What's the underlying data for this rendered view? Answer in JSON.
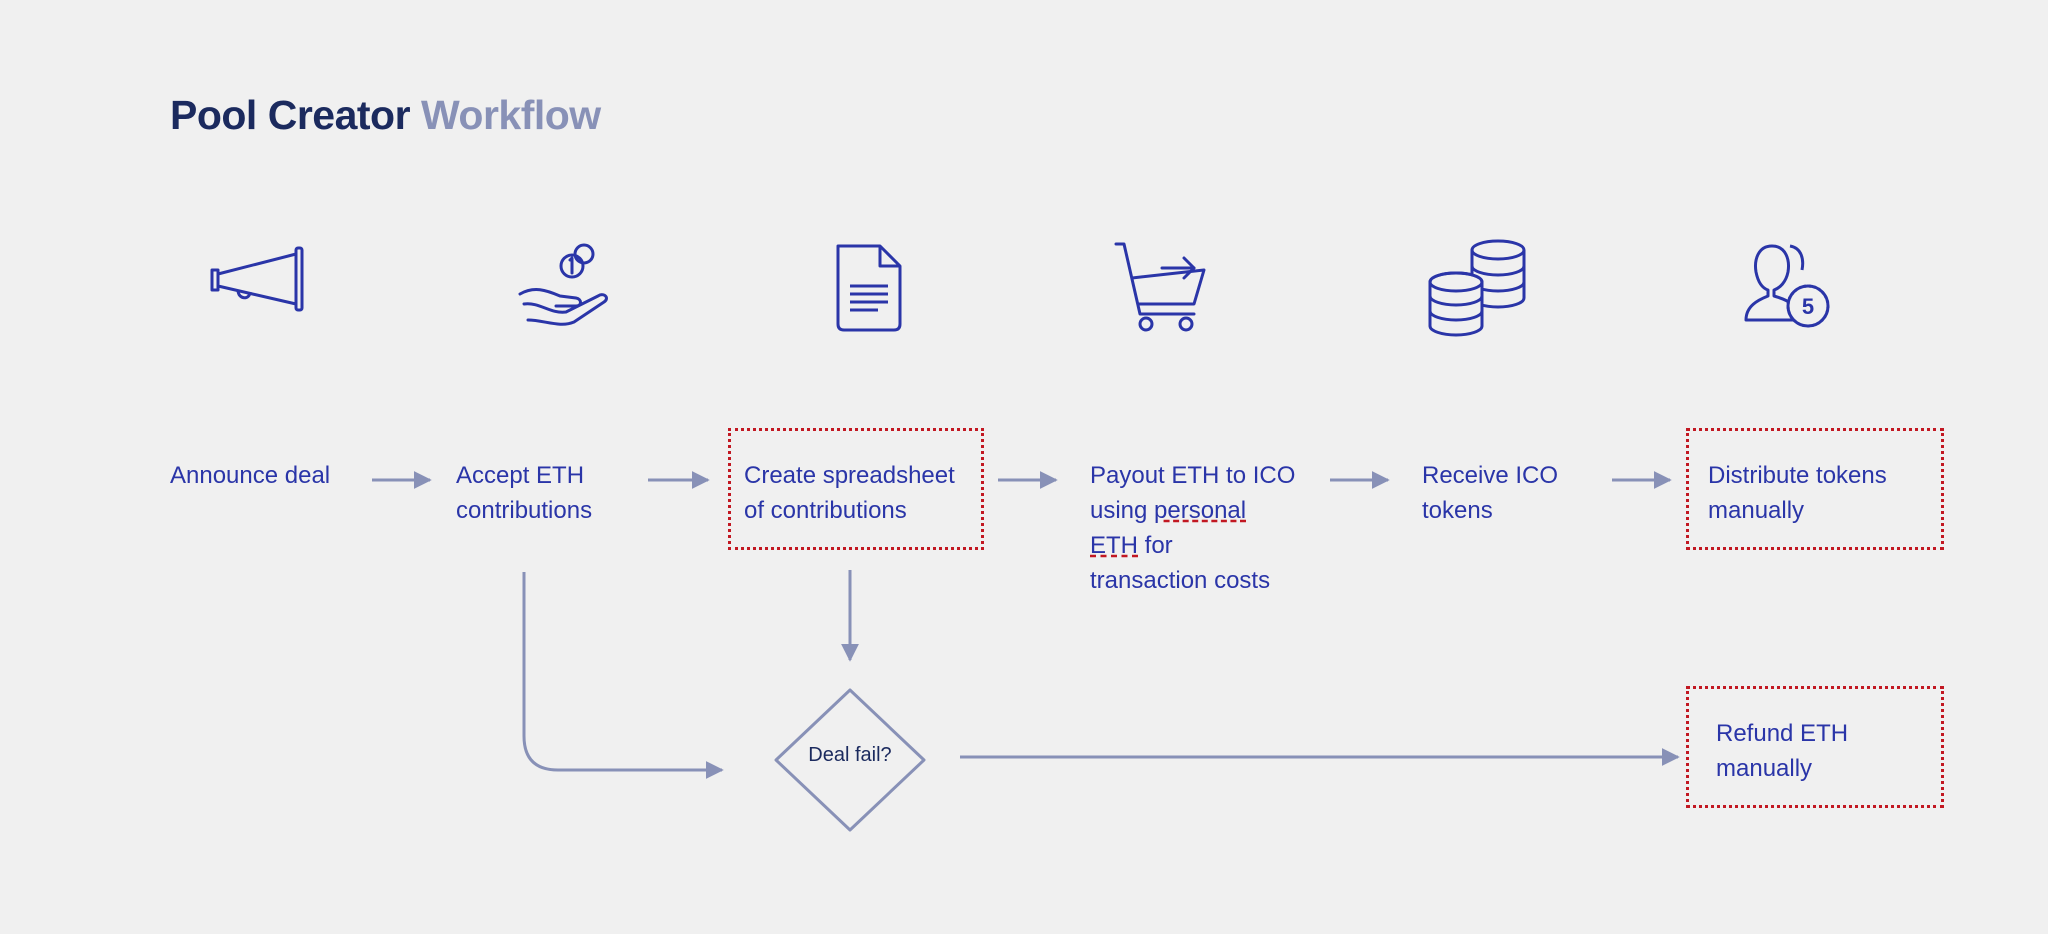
{
  "title": {
    "part1": "Pool Creator",
    "part2": "Workflow"
  },
  "steps": [
    {
      "label": "Announce deal",
      "icon": "megaphone-icon"
    },
    {
      "label": "Accept ETH\ncontributions",
      "icon": "hand-coins-icon"
    },
    {
      "label": "Create spreadsheet\nof contributions",
      "icon": "document-icon",
      "manual": true
    },
    {
      "label_line1": "Payout ETH to ICO",
      "label_line2a": "using ",
      "label_line2b": "personal",
      "label_line3a": "ETH",
      "label_line3b": " for",
      "label_line4": "transaction costs",
      "icon": "shopping-cart-icon"
    },
    {
      "label": "Receive ICO\ntokens",
      "icon": "coin-stacks-icon"
    },
    {
      "label": "Distribute tokens\nmanually",
      "icon": "users-timer-icon",
      "manual": true
    }
  ],
  "decision": {
    "label": "Deal fail?"
  },
  "outcome": {
    "label": "Refund ETH\nmanually",
    "manual": true
  },
  "colors": {
    "icon": "#2a35a8",
    "text": "#2a35a8",
    "connector": "#8891b7",
    "title_dark": "#1b2a5e",
    "title_light": "#8891b7",
    "dashed": "#c21822"
  }
}
